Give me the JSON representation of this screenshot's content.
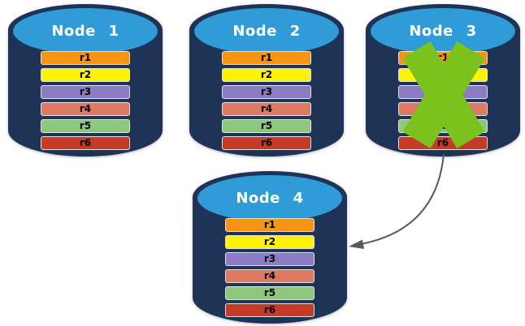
{
  "diagram": {
    "description": "Database replication failover diagram",
    "nodes": [
      {
        "label": "Node 1",
        "status": "active"
      },
      {
        "label": "Node 2",
        "status": "active"
      },
      {
        "label": "Node 3",
        "status": "failed"
      },
      {
        "label": "Node 4",
        "status": "active"
      }
    ],
    "records": [
      {
        "label": "r1",
        "color": "#F79413"
      },
      {
        "label": "r2",
        "color": "#FDF403"
      },
      {
        "label": "r3",
        "color": "#8C7CC4"
      },
      {
        "label": "r4",
        "color": "#DE7A64"
      },
      {
        "label": "r5",
        "color": "#8FC67E"
      },
      {
        "label": "r6",
        "color": "#C53B28"
      }
    ],
    "arrow": {
      "from": "Node 3",
      "to": "Node 4"
    },
    "colors": {
      "cylinder_body": "#1E3355",
      "cylinder_top": "#2F9CD8",
      "failure_x": "#7CC21C",
      "arrow": "#58595B"
    }
  }
}
